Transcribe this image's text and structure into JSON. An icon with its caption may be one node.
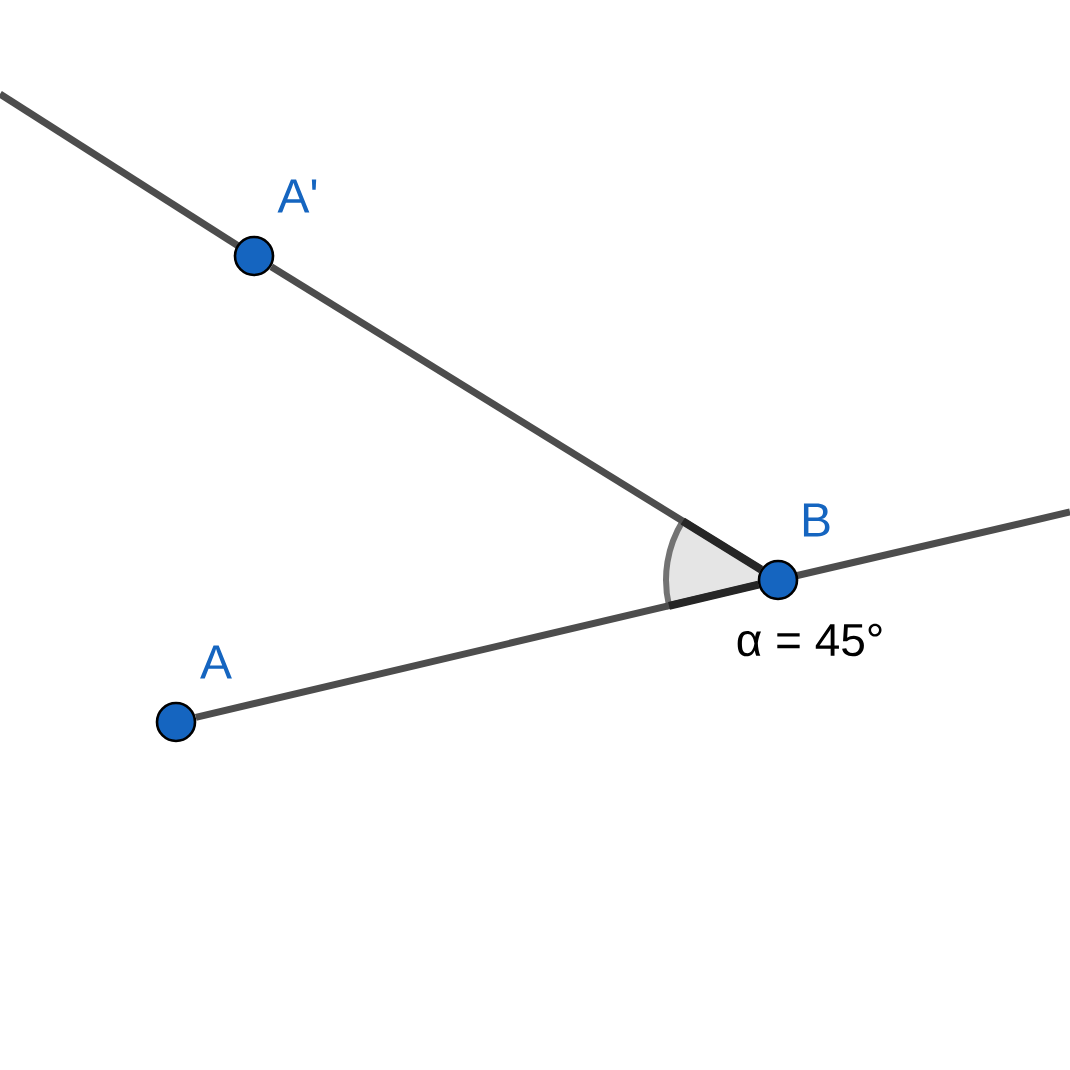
{
  "diagram": {
    "nodes": [
      {
        "text": [],
        "shape": "circle",
        "beside": [
          "A'"
        ]
      },
      {
        "text": [],
        "shape": "circle",
        "beside": [
          "B"
        ]
      },
      {
        "text": [],
        "shape": "circle",
        "beside": [
          "A"
        ]
      }
    ],
    "edges": [
      {
        "from": 1,
        "to": 0,
        "arrow": "none"
      },
      {
        "from": 2,
        "to": 1,
        "arrow": "none"
      }
    ],
    "labels": [
      "α = 45°"
    ]
  }
}
